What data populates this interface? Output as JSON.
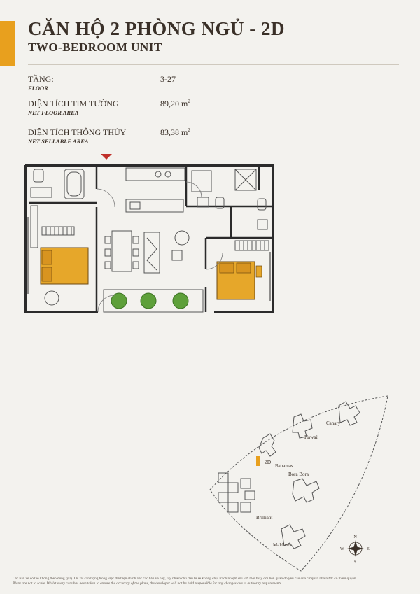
{
  "header": {
    "title": "CĂN HỘ 2 PHÒNG NGỦ - 2D",
    "subtitle": "TWO-BEDROOM UNIT"
  },
  "specs": [
    {
      "label": "TẦNG:",
      "sublabel": "FLOOR",
      "value": "3-27"
    },
    {
      "label": "DIỆN TÍCH TIM TƯỜNG",
      "sublabel": "NET FLOOR AREA",
      "value": "89,20 m",
      "unit_sup": "2"
    },
    {
      "label": "DIỆN TÍCH THÔNG THỦY",
      "sublabel": "NET SELLABLE AREA",
      "value": "83,38 m",
      "unit_sup": "2"
    }
  ],
  "site_map": {
    "unit_marker": "2D",
    "buildings": [
      "Canary",
      "Hawaii",
      "Bahamas",
      "Bora Bora",
      "Brilliant",
      "Maldives"
    ],
    "compass": [
      "N",
      "E",
      "S",
      "W"
    ]
  },
  "colors": {
    "accent": "#e8a01e",
    "bed": "#e6a72a",
    "tree": "#5ea03a"
  },
  "disclaimer": {
    "vi": "Các bản vẽ có thể không theo đúng tỷ lệ. Dù rất cẩn trọng trong việc thể hiện chính xác các bản vẽ này, tuy nhiên chủ đầu tư sẽ không chịu trách nhiệm đối với mọi thay đổi liên quan do yêu cầu của cơ quan nhà nước có thẩm quyền.",
    "en": "Plans are not to scale. Whilst every care has been taken to ensure the accuracy of the plans, the developer will not be held responsible for any changes due to authority requirements."
  }
}
